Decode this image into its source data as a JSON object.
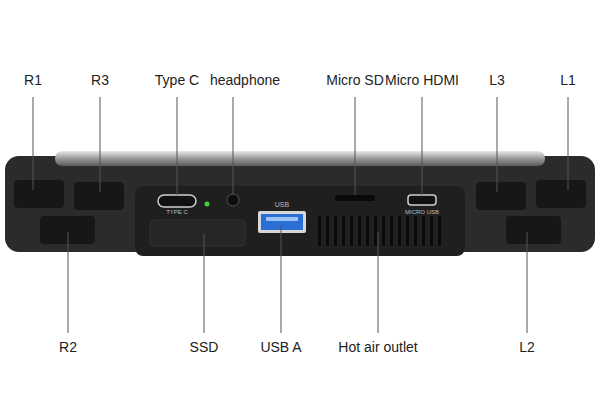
{
  "diagram": {
    "labels": [
      "R1",
      "R3",
      "Type C",
      "headphone",
      "Micro SD",
      "Micro HDMI",
      "L3",
      "L1",
      "R2",
      "SSD",
      "USB A",
      "Hot air outlet",
      "L2",
      "USB",
      "TYPE C",
      "MICRO USB"
    ]
  }
}
